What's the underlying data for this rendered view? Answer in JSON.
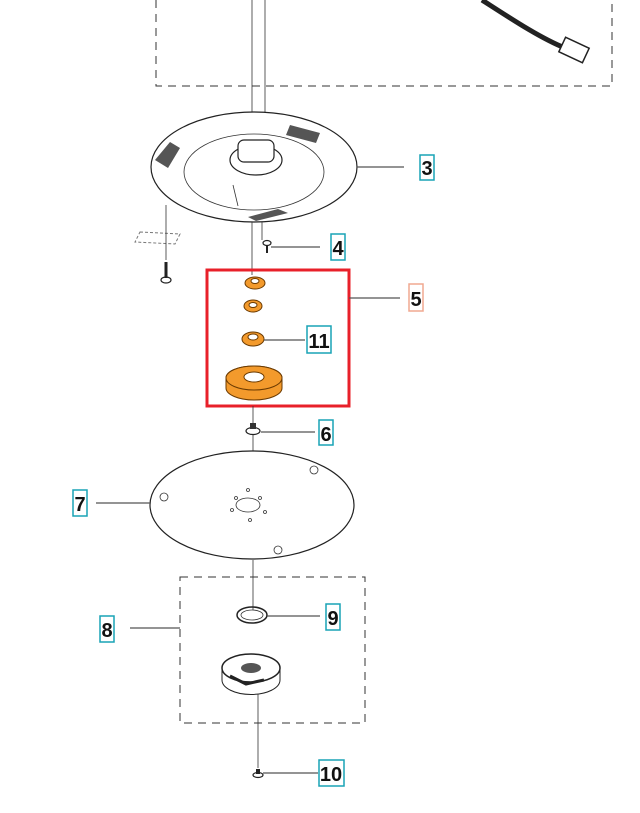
{
  "diagram": {
    "callouts": [
      {
        "id": "3",
        "label": "3"
      },
      {
        "id": "4",
        "label": "4"
      },
      {
        "id": "5",
        "label": "5"
      },
      {
        "id": "6",
        "label": "6"
      },
      {
        "id": "7",
        "label": "7"
      },
      {
        "id": "8",
        "label": "8"
      },
      {
        "id": "9",
        "label": "9"
      },
      {
        "id": "10",
        "label": "10"
      },
      {
        "id": "11",
        "label": "11"
      }
    ],
    "colors": {
      "callout_border": "#19a3b5",
      "highlight_callout_border": "#f0a890",
      "highlight_box": "#e8202a",
      "part_highlight": "#f39a2c"
    }
  }
}
